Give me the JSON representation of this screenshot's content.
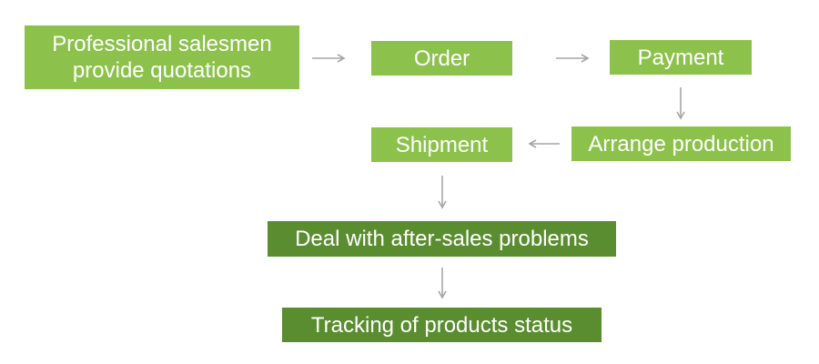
{
  "diagram": {
    "nodes": {
      "quote": {
        "line1": "Professional salesmen",
        "line2": "provide quotations"
      },
      "order": "Order",
      "payment": "Payment",
      "arrange": "Arrange production",
      "shipment": "Shipment",
      "deal": "Deal with after-sales problems",
      "track": "Tracking of products status"
    },
    "edges": [
      {
        "from": "quote",
        "to": "order"
      },
      {
        "from": "order",
        "to": "payment"
      },
      {
        "from": "payment",
        "to": "arrange"
      },
      {
        "from": "arrange",
        "to": "shipment"
      },
      {
        "from": "shipment",
        "to": "deal"
      },
      {
        "from": "deal",
        "to": "track"
      }
    ],
    "colors": {
      "box_light": "#8cc24c",
      "box_dark": "#5a8d2f",
      "text": "#ffffff",
      "arrow": "#a6a6a6"
    }
  }
}
